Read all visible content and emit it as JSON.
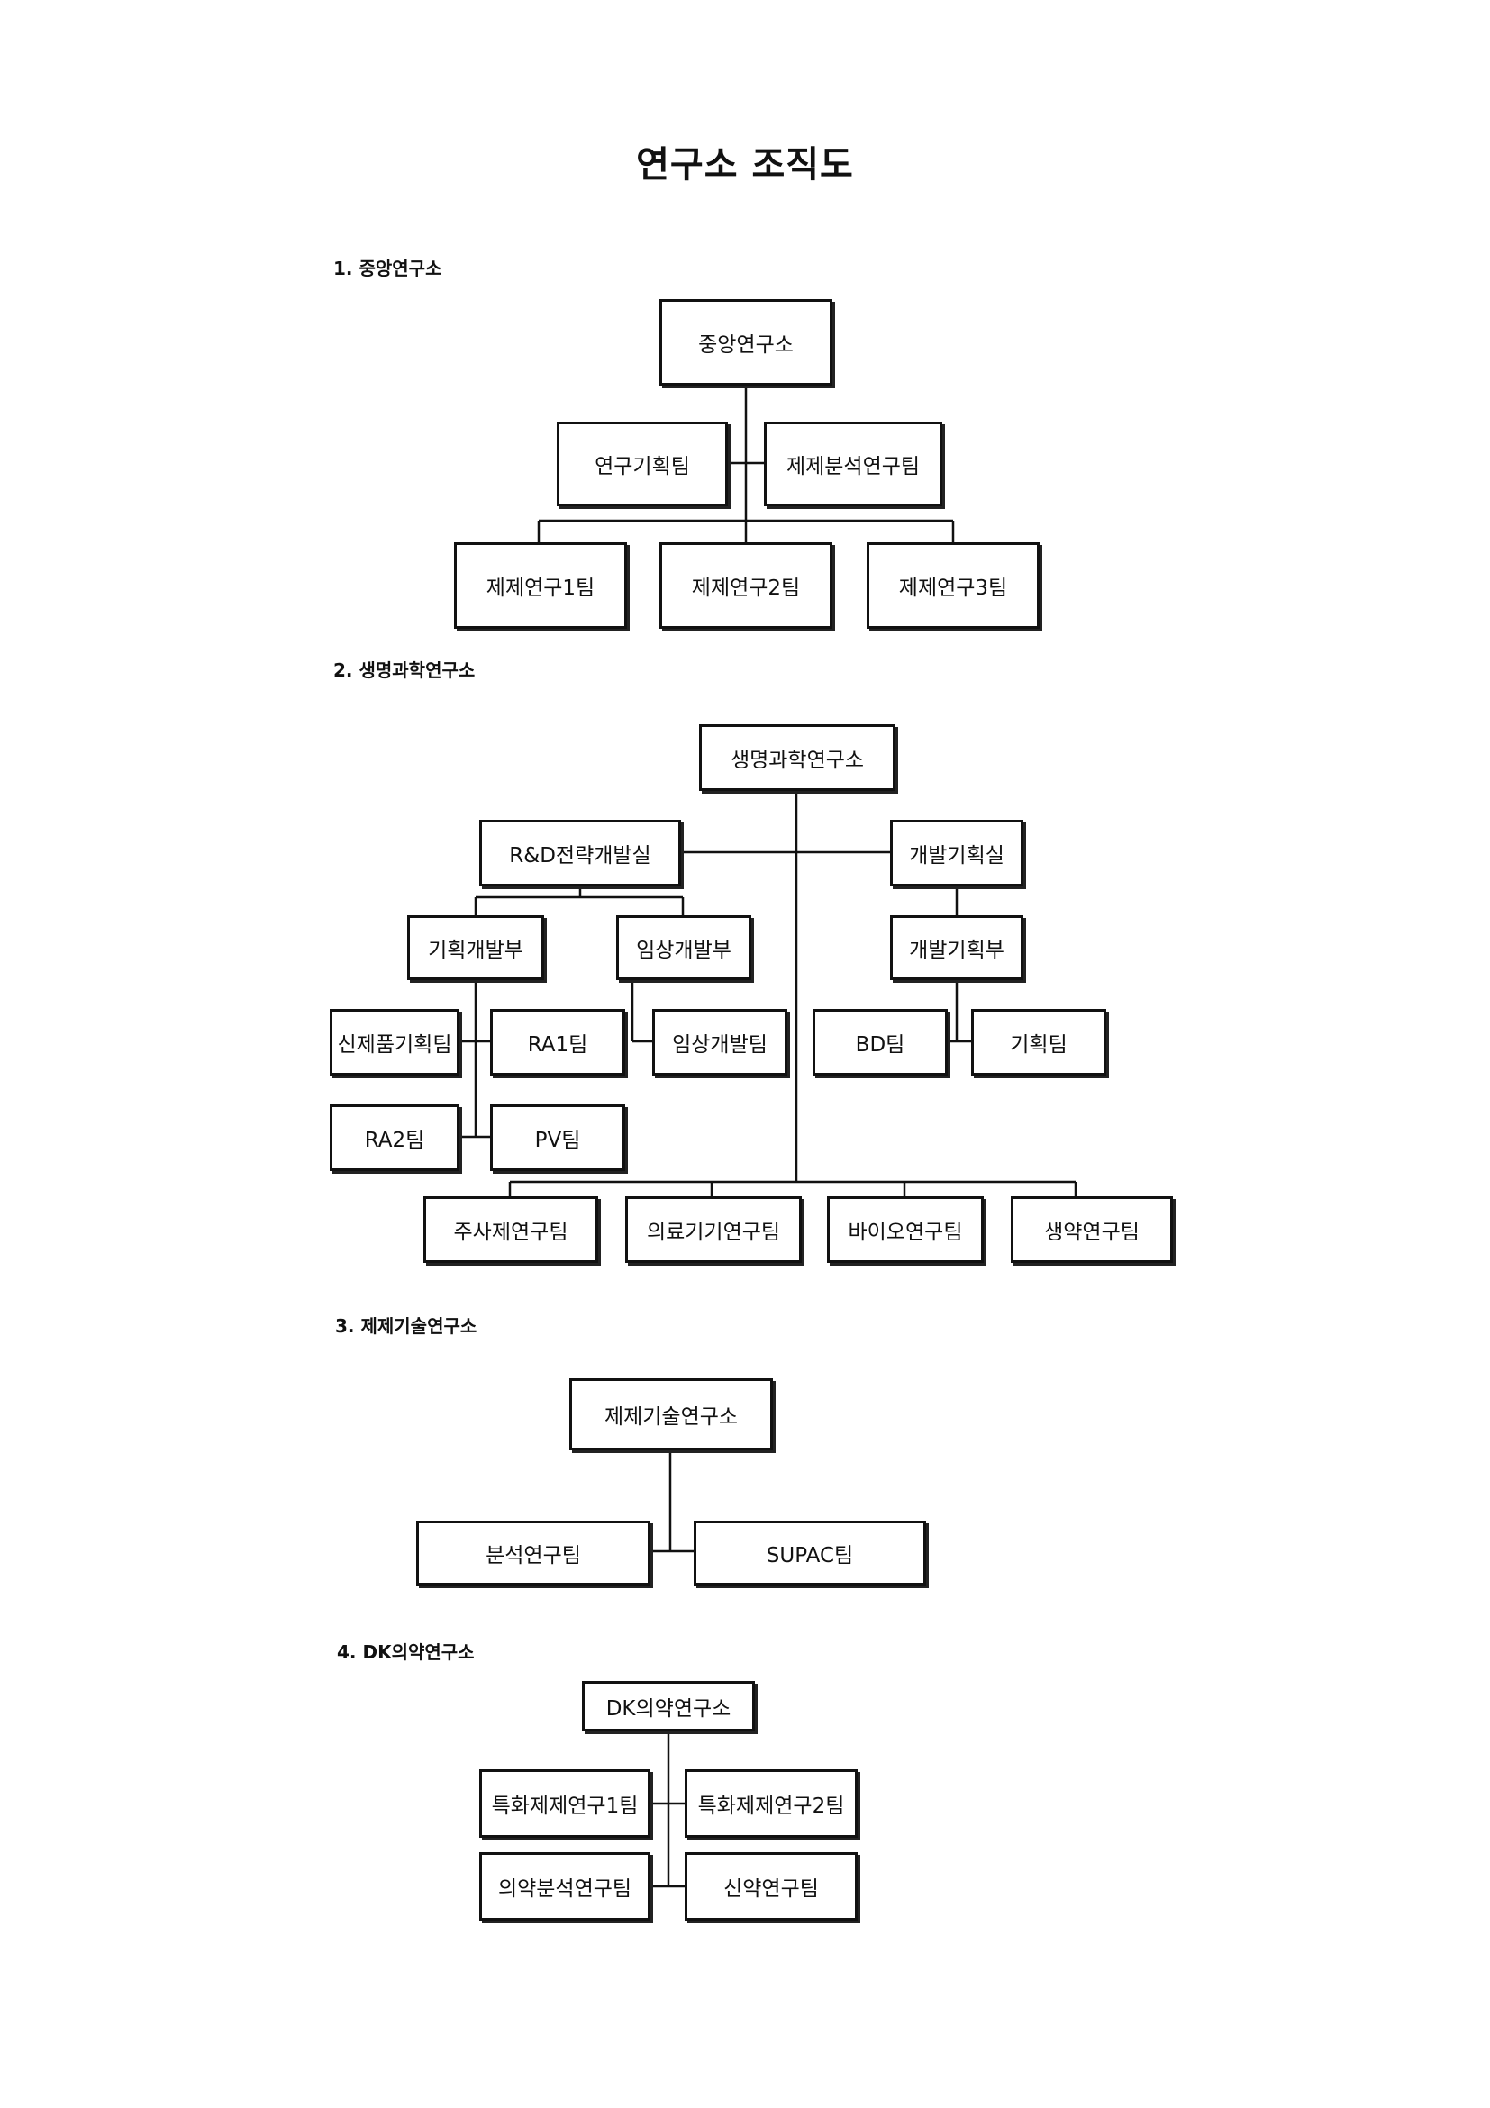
{
  "title": "연구소 조직도",
  "sections": [
    {
      "heading": "1. 중앙연구소",
      "root": "중앙연구소",
      "teams": [
        "연구기획팀",
        "제제분석연구팀",
        "제제연구1팀",
        "제제연구2팀",
        "제제연구3팀"
      ]
    },
    {
      "heading": "2. 생명과학연구소",
      "root": "생명과학연구소",
      "rnd": {
        "name": "R&D전략개발실",
        "planning_dept": "기획개발부",
        "clinical_dept": "임상개발부",
        "planning_teams": [
          "신제품기획팀",
          "RA1팀",
          "RA2팀",
          "PV팀"
        ],
        "clinical_teams": [
          "임상개발팀"
        ]
      },
      "dev": {
        "name": "개발기획실",
        "dept": "개발기획부",
        "teams": [
          "BD팀",
          "기획팀"
        ]
      },
      "research_teams": [
        "주사제연구팀",
        "의료기기연구팀",
        "바이오연구팀",
        "생약연구팀"
      ]
    },
    {
      "heading": "3. 제제기술연구소",
      "root": "제제기술연구소",
      "teams": [
        "분석연구팀",
        "SUPAC팀"
      ]
    },
    {
      "heading": "4. DK의약연구소",
      "root": "DK의약연구소",
      "teams": [
        "특화제제연구1팀",
        "특화제제연구2팀",
        "의약분석연구팀",
        "신약연구팀"
      ]
    }
  ]
}
